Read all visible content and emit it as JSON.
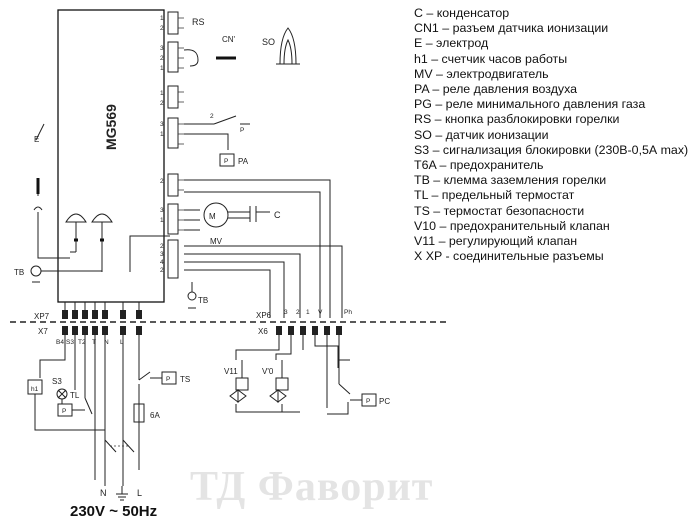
{
  "controller": {
    "model": "MG569"
  },
  "labels": {
    "rs": "RS",
    "cn1": "CN'",
    "so": "SO",
    "pa": "PA",
    "p_pa": "P",
    "c": "C",
    "mv": "MV",
    "tb1": "TB",
    "tb2": "TB",
    "xp7": "XP7",
    "x7": "X7",
    "xp6": "XP6",
    "x6": "X6",
    "v11": "V11",
    "v10": "V'0",
    "ts": "TS",
    "p_ts": "P",
    "p_pg": "P",
    "pg": "PC",
    "s3": "S3",
    "tl": "TL",
    "p_tl": "P",
    "h1": "h1",
    "f6a": "6A",
    "e": "E",
    "n": "N",
    "l": "L",
    "p2": "2",
    "p_small": "P",
    "x7_pins": [
      "B4",
      "S3",
      "T2",
      "T",
      "N",
      "L"
    ],
    "x6_pins": [
      "3",
      "2",
      "1",
      "V",
      "",
      "Ph"
    ],
    "conn_pins": [
      "1",
      "2",
      "3",
      "2",
      "1",
      "1",
      "2",
      "3",
      "1",
      "2",
      "3",
      "1",
      "2",
      "3",
      "4",
      "2",
      "1",
      "3"
    ]
  },
  "supply": {
    "text": "230V ~ 50Hz"
  },
  "watermark": {
    "text": "ТД Фаворит"
  },
  "legend": [
    "С – конденсатор",
    "CN1 – разъем датчика ионизации",
    "E – электрод",
    "h1 – счетчик часов работы",
    "MV – электродвигатель",
    "PA – реле давления воздуха",
    "PG – реле минимального давления газа",
    "RS – кнопка разблокировки горелки",
    "SO – датчик ионизации",
    "S3 – сигнализация блокировки (230В-0,5А max)",
    "T6A – предохранитель",
    "TB – клемма заземления горелки",
    "TL – предельный термостат",
    "TS – термостат безопасности",
    "V10 – предохранительный клапан",
    "V11 – регулирующий клапан",
    "X XP - соединительные разъемы"
  ]
}
